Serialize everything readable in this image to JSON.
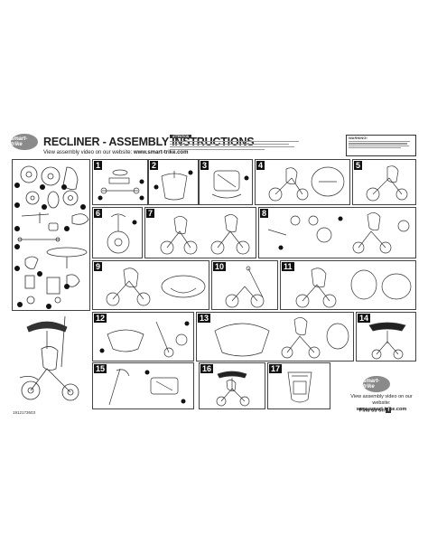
{
  "header": {
    "brand": "smart-trike",
    "title": "RECLINER - ASSEMBLY INSTRUCTIONS",
    "subtitle_prefix": "View assembly video on our website: ",
    "subtitle_url": "www.smart-trike.com"
  },
  "notice": {
    "heading": "ATTENTION"
  },
  "warning": {
    "heading": "WARNING!"
  },
  "steps": [
    {
      "label": "1"
    },
    {
      "label": "2"
    },
    {
      "label": "3"
    },
    {
      "label": "4"
    },
    {
      "label": "5"
    },
    {
      "label": "6"
    },
    {
      "label": "7"
    },
    {
      "label": "8"
    },
    {
      "label": "9"
    },
    {
      "label": "10"
    },
    {
      "label": "11"
    },
    {
      "label": "12"
    },
    {
      "label": "13"
    },
    {
      "label": "14"
    },
    {
      "label": "15"
    },
    {
      "label": "16"
    },
    {
      "label": "17"
    }
  ],
  "parts_letters": [
    "a",
    "b",
    "c",
    "d",
    "e",
    "f",
    "g",
    "h",
    "i",
    "j",
    "k",
    "l",
    "m",
    "n"
  ],
  "footer": {
    "code": "1912173603",
    "video_line": "View assembly video on our website:",
    "video_url": "www.smart-trike.com",
    "social": "Find us on",
    "social_icon": "facebook-icon"
  }
}
